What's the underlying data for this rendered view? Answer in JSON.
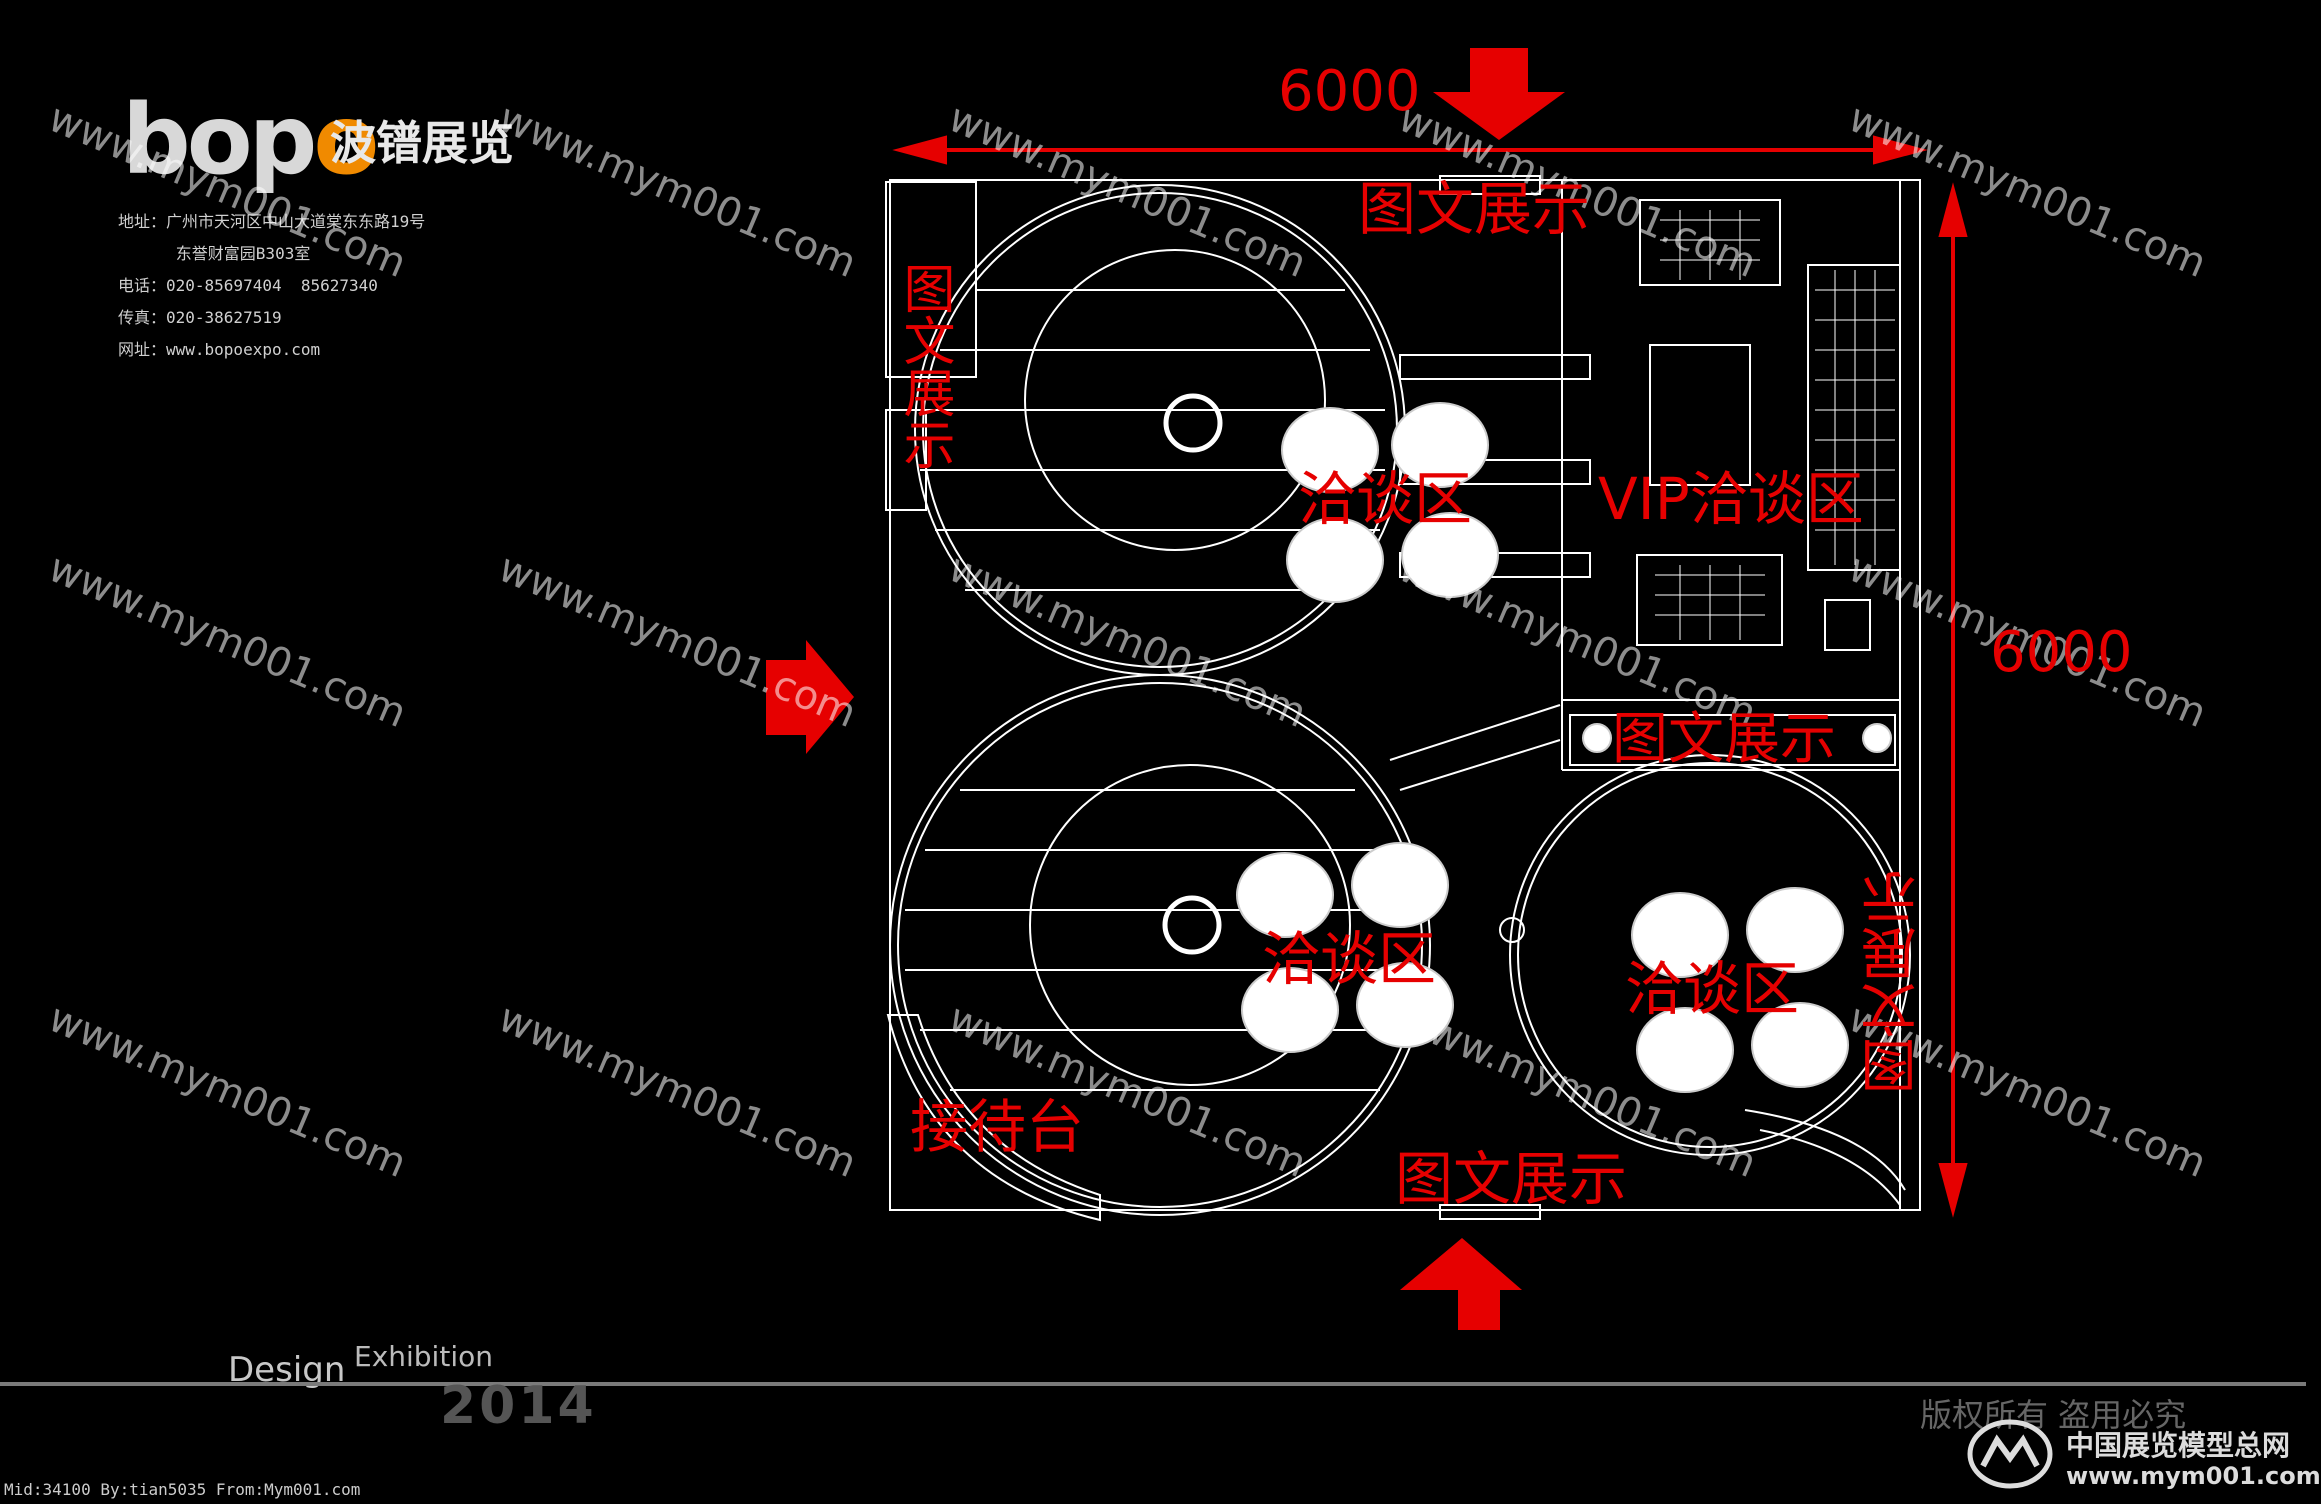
{
  "header": {
    "logo_text_a": "b",
    "logo_text_o1": "o",
    "logo_text_p": "p",
    "logo_text_o2": "o",
    "logo_cn": "波镨展览",
    "address_1": "地址：广州市天河区中山大道棠东东路19号",
    "address_2": "      东誉财富园B303室",
    "phone": "电话：020-85697404  85627340",
    "fax": "传真：020-38627519",
    "website": "网址：www.bopoexpo.com"
  },
  "watermark": "www.mym001.com",
  "dimensions": {
    "width_label": "6000",
    "depth_label": "6000"
  },
  "zones": {
    "graphic_top": "图文展示",
    "graphic_left": "图文展示",
    "graphic_mid": "图文展示",
    "graphic_bottom": "图文展示",
    "graphic_right": "图文展示",
    "vip": "VIP洽谈区",
    "nego_1": "洽谈区",
    "nego_2": "洽谈区",
    "nego_3": "洽谈区",
    "reception": "接待台"
  },
  "footer": {
    "design": "Design",
    "exhibition": "Exhibition",
    "year": "2014",
    "copyright": "版权所有  盗用必究",
    "brand_cn": "中国展览模型总网",
    "brand_url": "www.mym001.com",
    "mid_line": "Mid:34100 By:tian5035 From:Mym001.com"
  },
  "colors": {
    "accent": "#e60000",
    "line": "#ffffff",
    "background": "#000000",
    "logo_orange": "#f08a00"
  }
}
